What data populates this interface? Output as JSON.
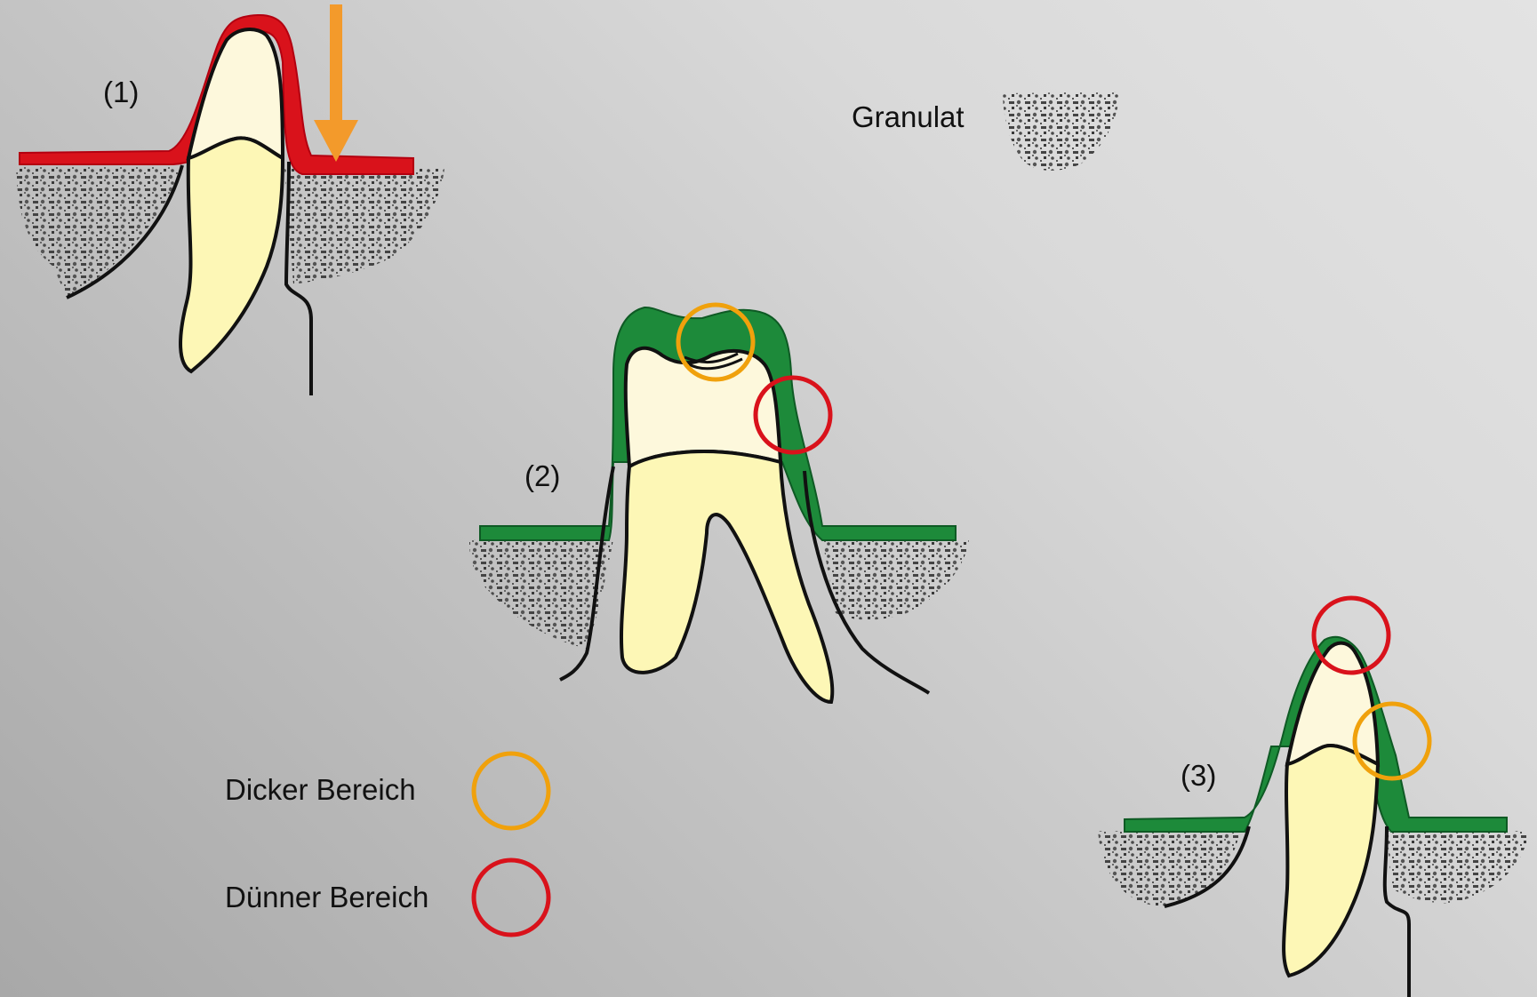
{
  "labels": {
    "fig1": "(1)",
    "fig2": "(2)",
    "fig3": "(3)",
    "granulat": "Granulat",
    "dicker": "Dicker Bereich",
    "duenner": "Dünner Bereich"
  },
  "colors": {
    "red_layer": "#d9121b",
    "green_layer": "#1d8a3a",
    "arrow": "#f39a2b",
    "thick_circle": "#f0a10c",
    "thin_circle": "#d9121b",
    "tooth_crown": "#fdf8dc",
    "tooth_root": "#fdf7b6",
    "granulat": "#444444"
  },
  "icons": {
    "thick_marker": "orange-circle-icon",
    "thin_marker": "red-circle-icon",
    "granulat_swatch": "granulat-texture-icon"
  }
}
